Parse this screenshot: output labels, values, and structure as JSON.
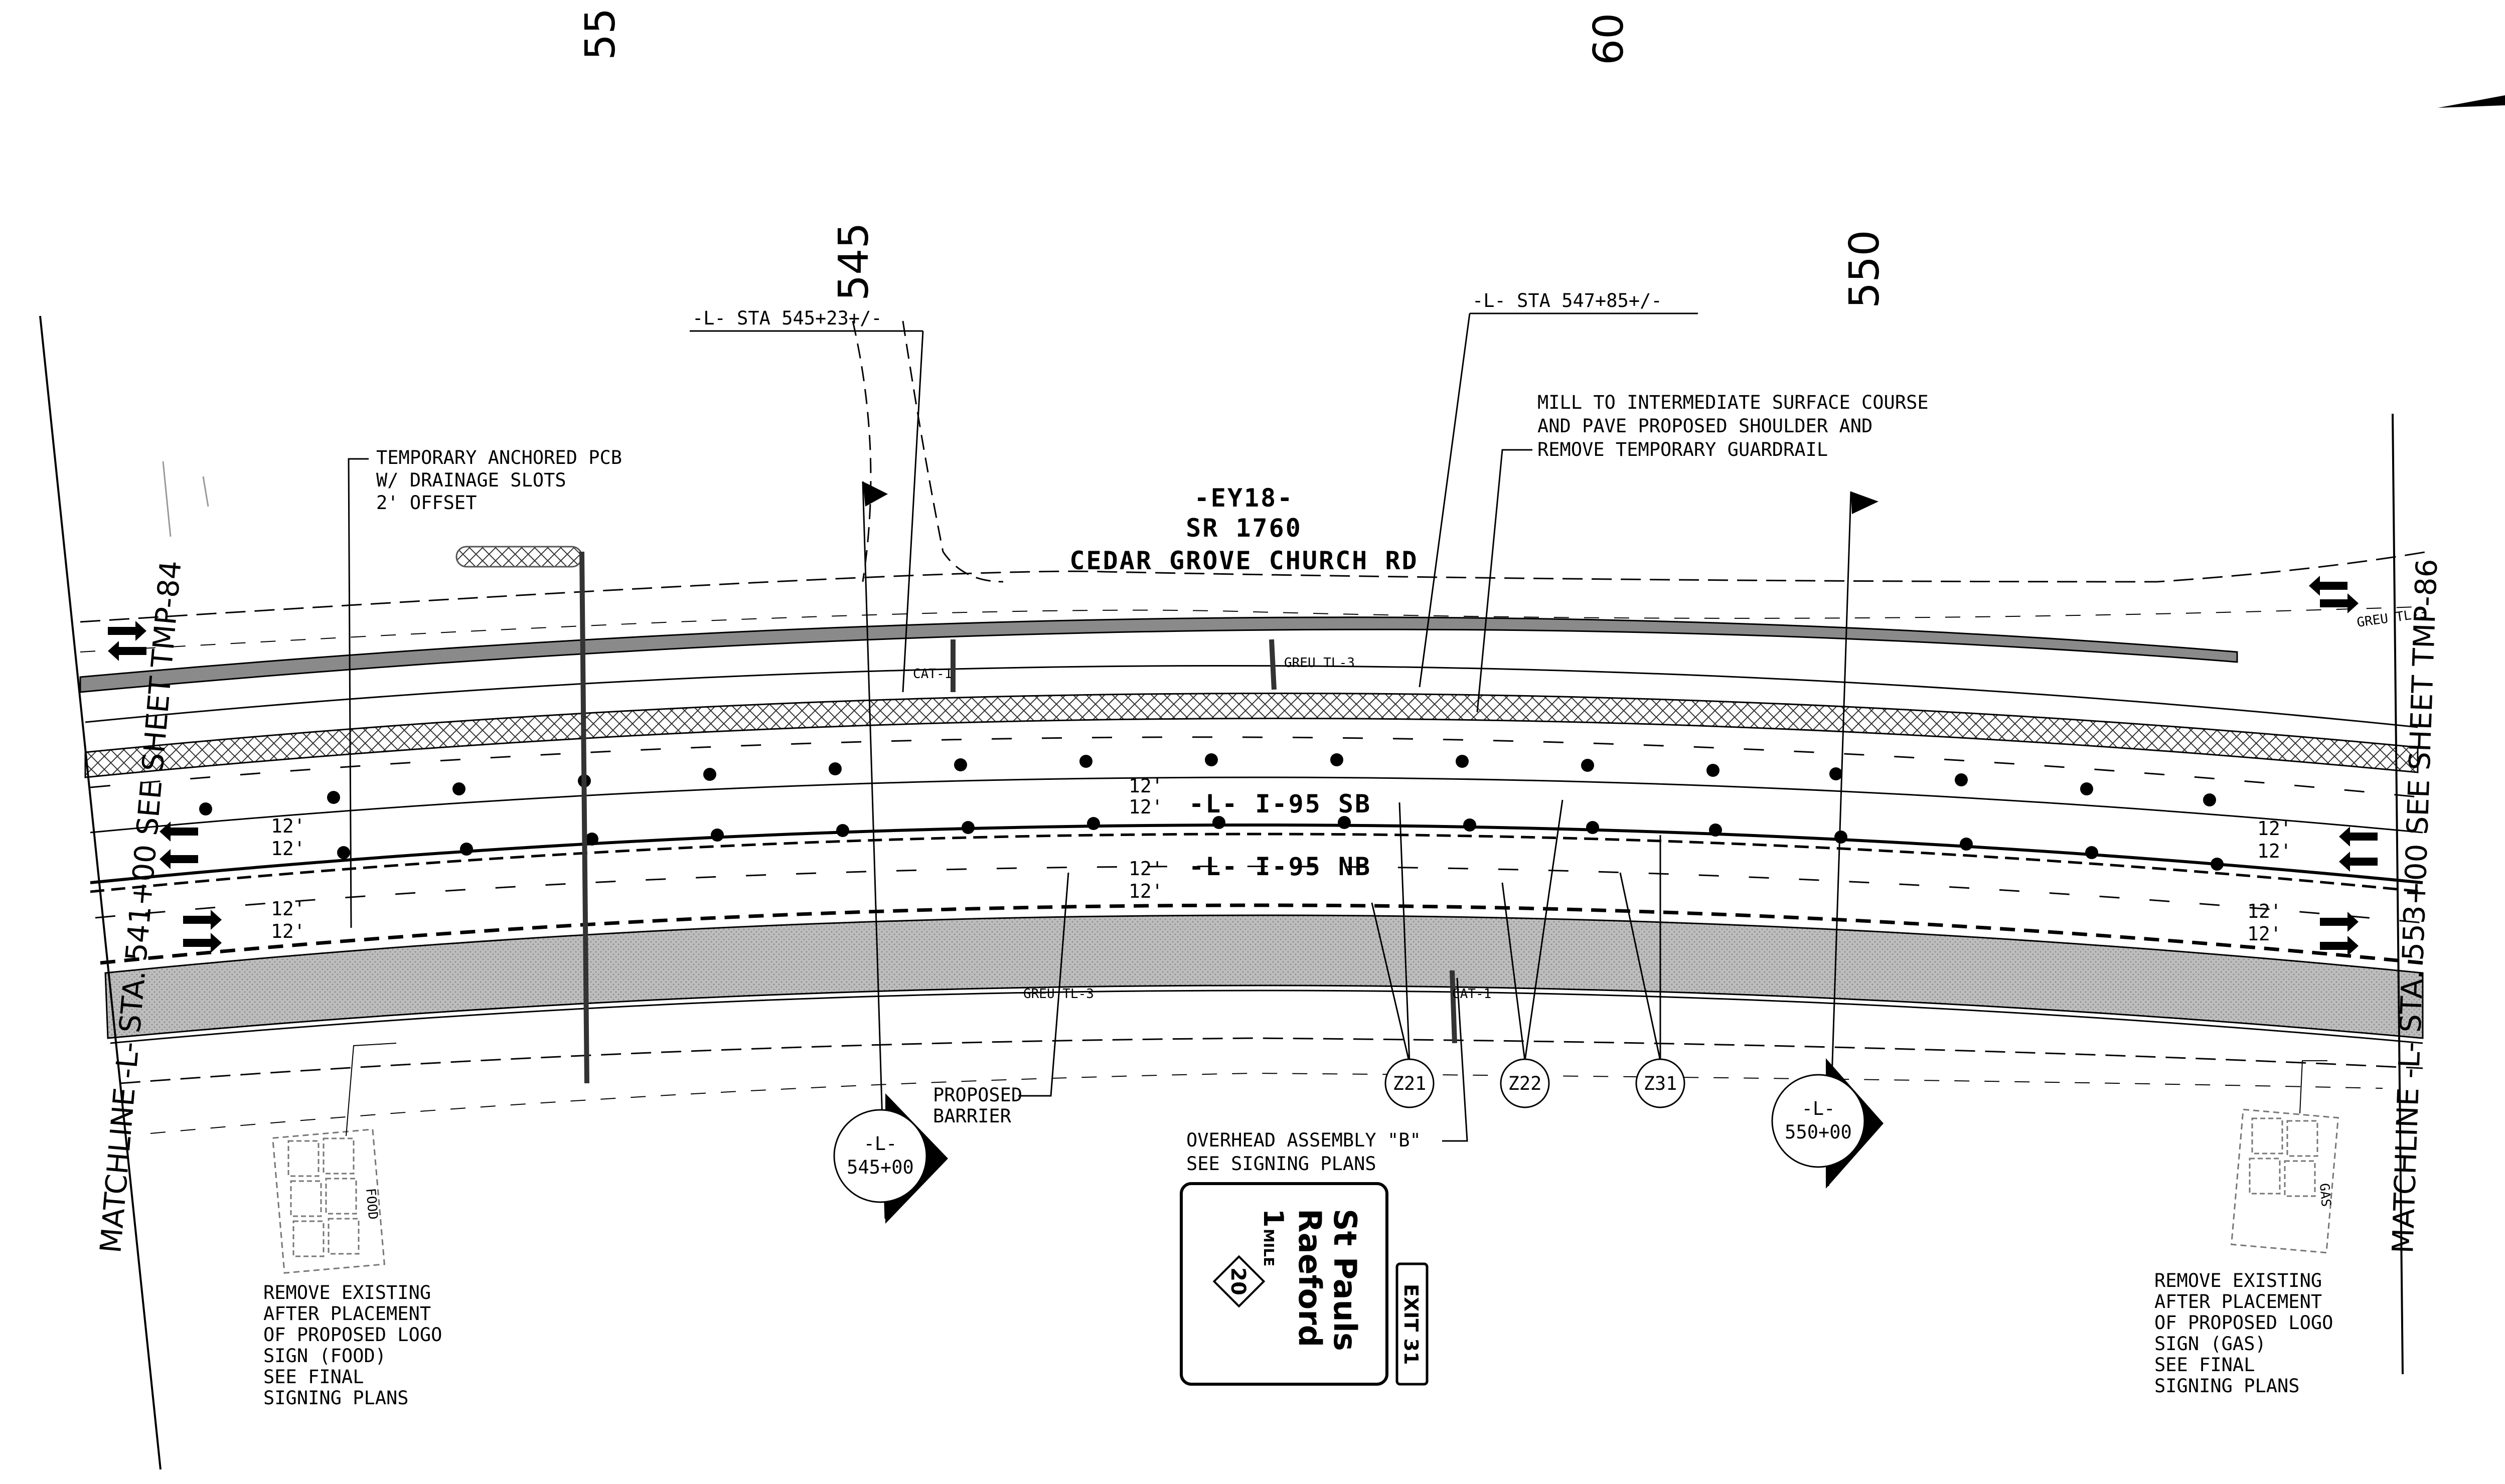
{
  "stations": {
    "s55": "55",
    "s60": "60",
    "s545": "545",
    "s550": "550"
  },
  "callouts": {
    "sta_545": "-L- STA 545+23+/-",
    "sta_547": "-L- STA 547+85+/-",
    "pcb": [
      "TEMPORARY ANCHORED PCB",
      "W/ DRAINAGE SLOTS",
      "2' OFFSET"
    ],
    "mill": [
      "MILL TO INTERMEDIATE SURFACE COURSE",
      "AND PAVE PROPOSED SHOULDER AND",
      "REMOVE TEMPORARY GUARDRAIL"
    ],
    "barrier": [
      "PROPOSED",
      "BARRIER"
    ],
    "overhead": [
      "OVERHEAD ASSEMBLY \"B\"",
      "SEE SIGNING PLANS"
    ],
    "remove_food": [
      "REMOVE EXISTING",
      "AFTER PLACEMENT",
      "OF PROPOSED LOGO",
      "SIGN (FOOD)",
      "SEE FINAL",
      "SIGNING PLANS"
    ],
    "remove_gas": [
      "REMOVE EXISTING",
      "AFTER PLACEMENT",
      "OF PROPOSED LOGO",
      "SIGN (GAS)",
      "SEE FINAL",
      "SIGNING PLANS"
    ]
  },
  "road": {
    "ey": "-EY18-",
    "sr": "SR 1760",
    "name": "CEDAR GROVE CHURCH RD"
  },
  "alignments": {
    "sb": "-L- I-95 SB",
    "nb": "-L- I-95 NB"
  },
  "lane_width": "12'",
  "matchlines": {
    "left": "MATCHLINE -L- STA. 541+00 SEE SHEET TMP-84",
    "right": "MATCHLINE -L- STA. 553+00 SEE SHEET TMP-86"
  },
  "devices": {
    "cat1": "CAT-1",
    "greu": "GREU TL-3"
  },
  "sign_ids": [
    "Z21",
    "Z22",
    "Z31"
  ],
  "station_markers": [
    {
      "top": "-L-",
      "bottom": "545+00"
    },
    {
      "top": "-L-",
      "bottom": "550+00"
    }
  ],
  "overhead_sign": {
    "line1": "St Pauls",
    "line2": "Raeford",
    "mile": "1",
    "mile_unit": "MILE",
    "route": "20",
    "exit": "EXIT 31"
  },
  "logo_signs": {
    "food": "FOOD",
    "gas": "GAS"
  }
}
